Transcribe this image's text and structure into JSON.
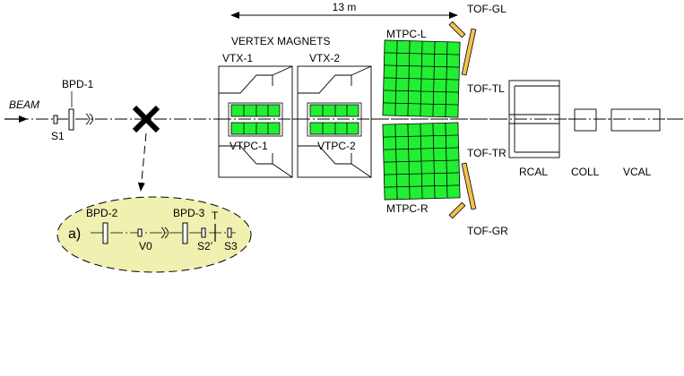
{
  "colors": {
    "tpc_fill": "#22ee33",
    "tof_fill": "#f2c14e",
    "inset_fill": "#f0f0b0",
    "line": "#000000"
  },
  "labels": {
    "scale": "13 m",
    "beam": "BEAM",
    "bpd1": "BPD-1",
    "s1": "S1",
    "vertex_magnets": "VERTEX MAGNETS",
    "vtx1": "VTX-1",
    "vtx2": "VTX-2",
    "vtpc1": "VTPC-1",
    "vtpc2": "VTPC-2",
    "mtpcl": "MTPC-L",
    "mtpcr": "MTPC-R",
    "tofgl": "TOF-GL",
    "toftl": "TOF-TL",
    "toftr": "TOF-TR",
    "tofgr": "TOF-GR",
    "rcal": "RCAL",
    "coll": "COLL",
    "vcal": "VCAL"
  },
  "inset": {
    "tag": "a)",
    "bpd2": "BPD-2",
    "bpd3": "BPD-3",
    "v0": "V0",
    "t": "T",
    "s2": "S2’",
    "s3": "S3"
  }
}
